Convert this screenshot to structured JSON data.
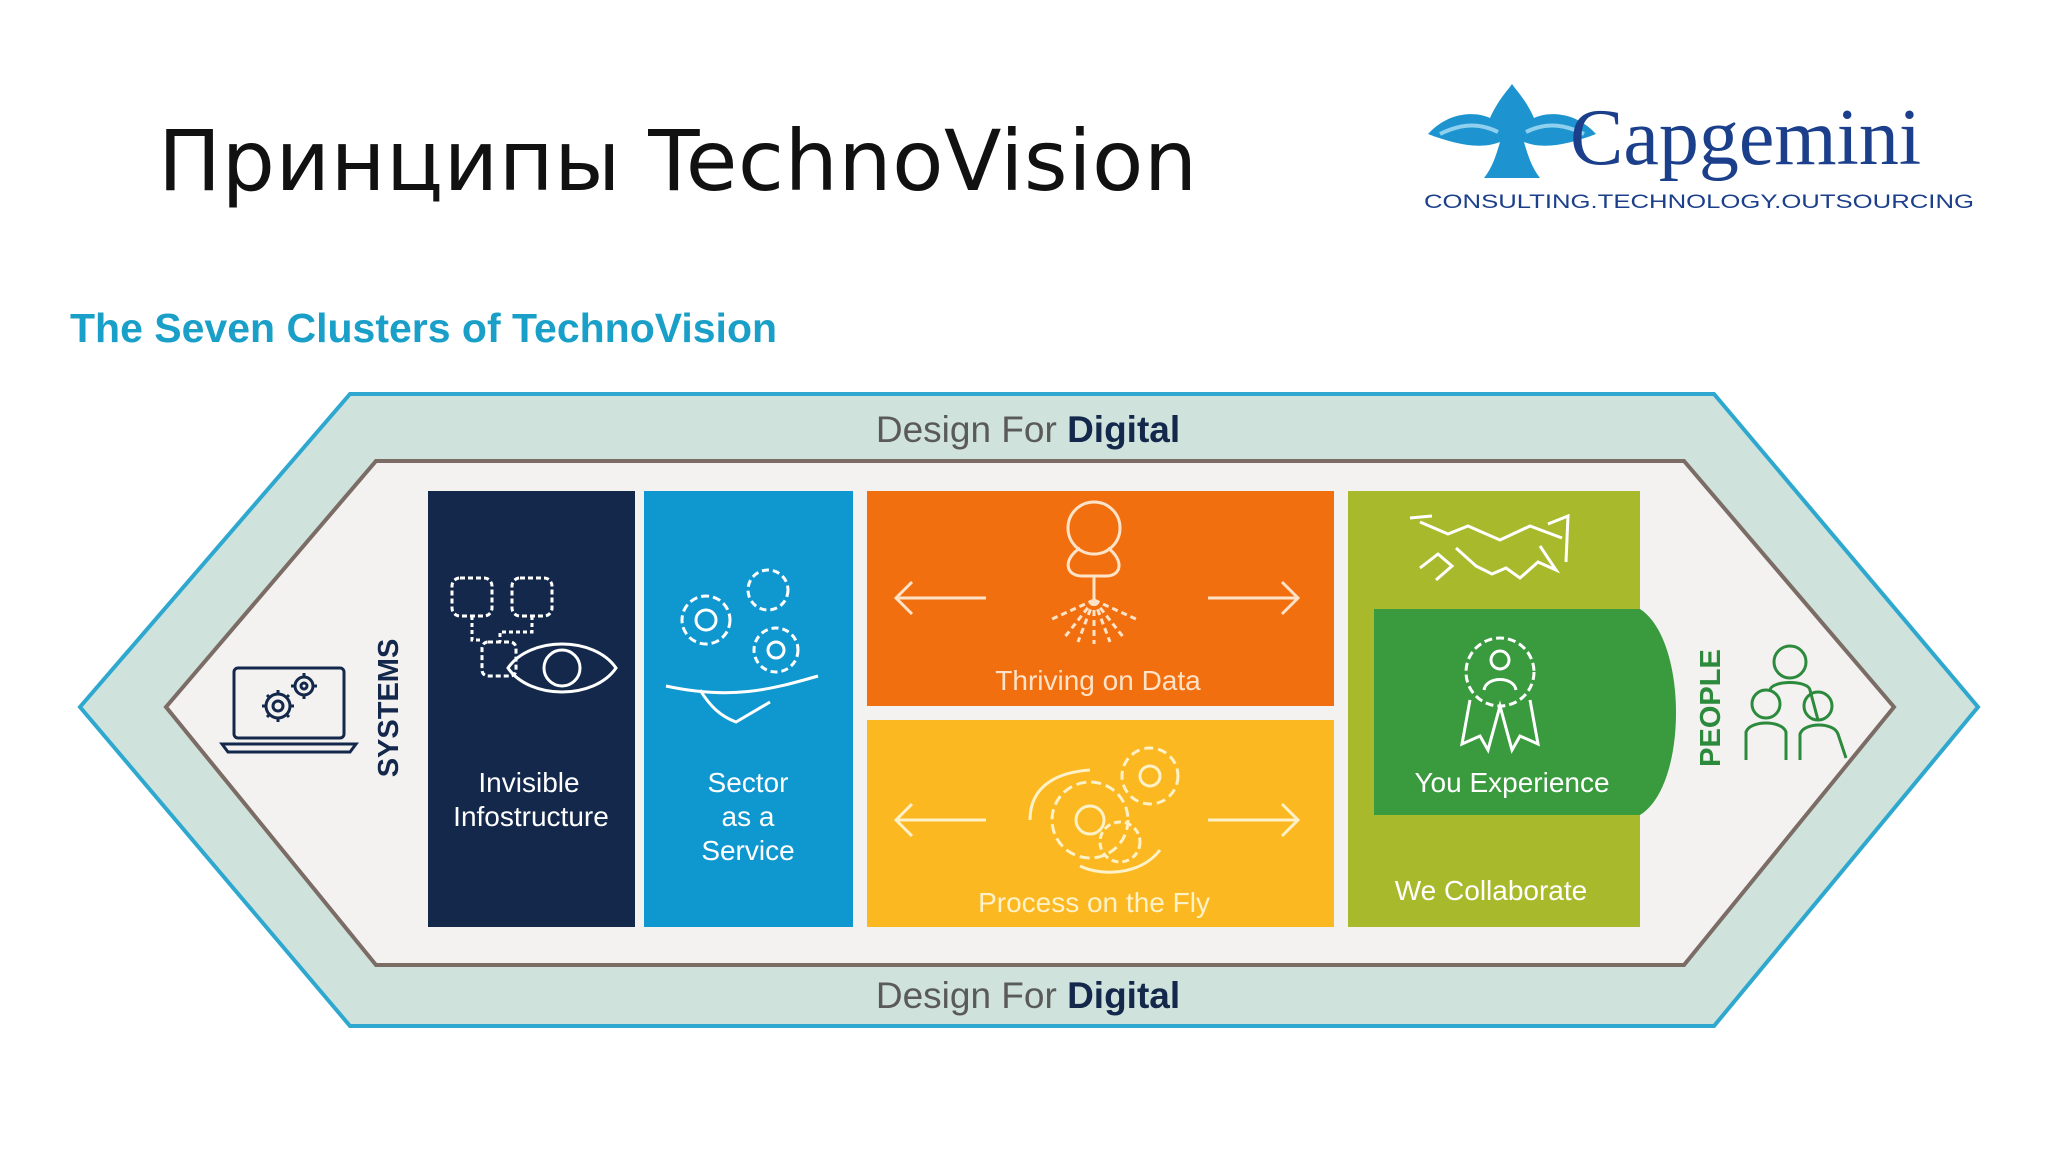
{
  "slide": {
    "title": "Принципы TechnoVision"
  },
  "logo": {
    "wordmark": "Capgemini",
    "tagline": "CONSULTING.TECHNOLOGY.OUTSOURCING"
  },
  "diagram": {
    "heading": "The Seven Clusters of TechnoVision",
    "design_prefix": "Design For ",
    "design_bold": "Digital",
    "systems_label": "SYSTEMS",
    "people_label": "PEOPLE",
    "clusters": {
      "invisible_infostructure": [
        "Invisible",
        "Infostructure"
      ],
      "sector_as_a_service": [
        "Sector",
        "as a",
        "Service"
      ],
      "thriving_on_data": "Thriving on Data",
      "process_on_the_fly": "Process on the Fly",
      "you_experience": "You Experience",
      "we_collaborate": "We Collaborate"
    },
    "colors": {
      "outer_band": "#cfe3dc",
      "outer_border": "#2fa8cf",
      "inner_fill": "#f4f2f1",
      "inner_border": "#7b6c66",
      "invisible": "#13284b",
      "sector": "#0f97cf",
      "thriving": "#f26f0f",
      "process": "#fbb820",
      "collaborate": "#a9b92c",
      "experience": "#3a9a3e",
      "people_text": "#2c8a3c",
      "systems_text": "#13284b"
    },
    "icons": {
      "systems": "laptop-gears-icon",
      "invisible": "eye-network-icon",
      "sector": "hand-gears-icon",
      "thriving": "tree-roots-icon",
      "process": "gears-icon",
      "collaborate": "handshake-icon",
      "experience": "person-badge-icon",
      "people": "people-group-icon"
    }
  }
}
